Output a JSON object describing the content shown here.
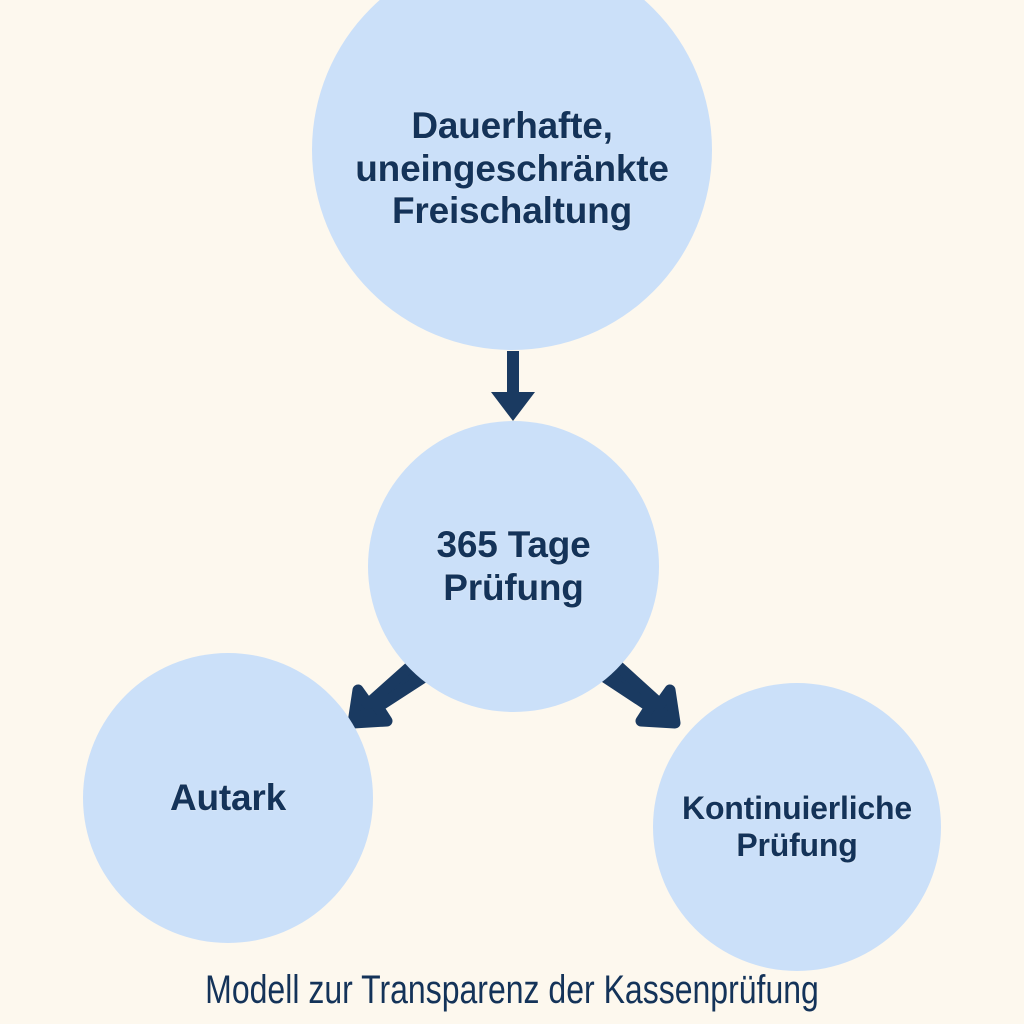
{
  "diagram": {
    "caption": "Modell zur Transparenz der Kassenprüfung",
    "background_color": "#fdf8ee",
    "node_fill_color": "#cbe0f9",
    "text_color": "#143359",
    "arrow_color": "#1a3a61",
    "nodes": [
      {
        "id": "top",
        "label": "Dauerhafte,\nuneingeschränkte\nFreischaltung"
      },
      {
        "id": "mid",
        "label": "365 Tage\nPrüfung"
      },
      {
        "id": "left",
        "label": "Autark"
      },
      {
        "id": "right",
        "label": "Kontinuierliche\nPrüfung"
      }
    ],
    "arrows": [
      {
        "id": "top-to-mid",
        "from": "top",
        "to": "mid",
        "direction": "down"
      },
      {
        "id": "mid-to-left",
        "from": "mid",
        "to": "left",
        "direction": "down-left"
      },
      {
        "id": "mid-to-right",
        "from": "mid",
        "to": "right",
        "direction": "down-right"
      }
    ]
  }
}
